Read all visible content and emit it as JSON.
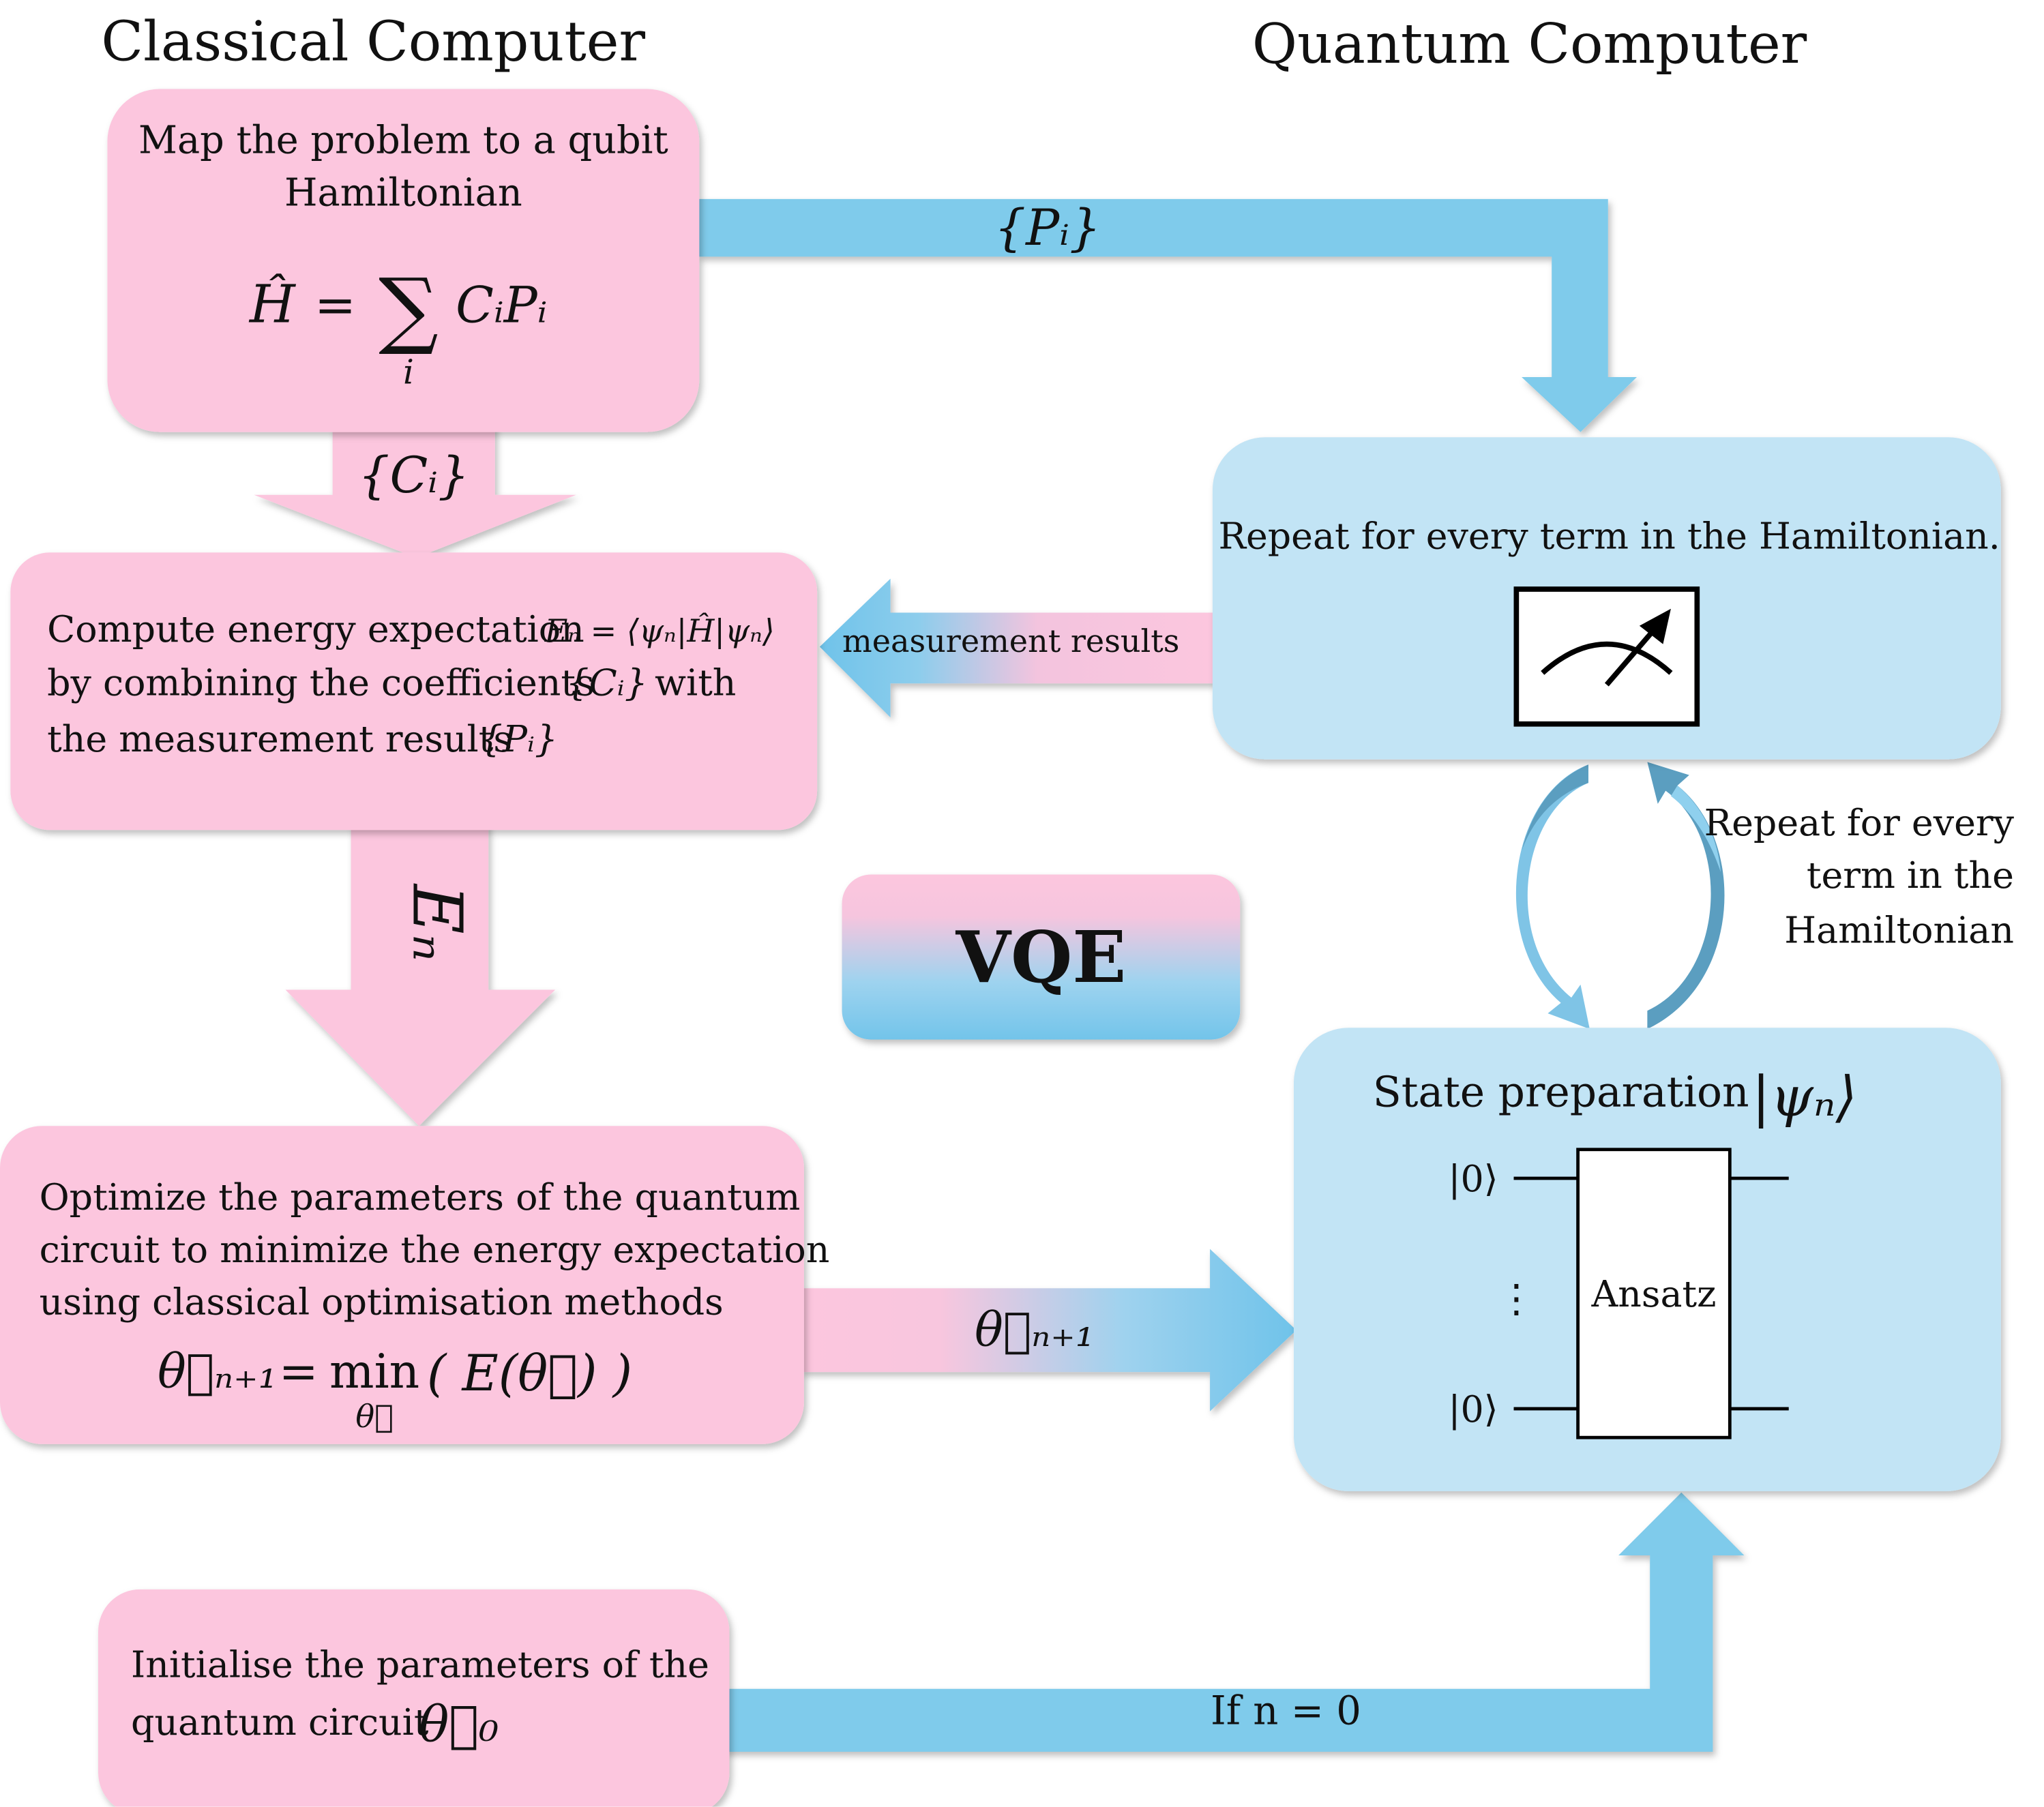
{
  "headings": {
    "classical": "Classical Computer",
    "quantum": "Quantum Computer"
  },
  "center_badge": "VQE",
  "boxes": {
    "map_problem": {
      "line1": "Map the problem to a qubit",
      "line2": "Hamiltonian",
      "formula_lhs": "Ĥ",
      "formula_eq": "=",
      "formula_sum": "∑",
      "formula_sub": "i",
      "formula_term": "CᵢPᵢ"
    },
    "compute_energy": {
      "line1": "Compute energy expectation",
      "line1_math": "Eₙ = ⟨ψₙ|Ĥ|ψₙ⟩",
      "line2": "by combining the coefficients",
      "line2_math": "{Cᵢ}",
      "line2_tail": "with",
      "line3": "the measurement results",
      "line3_math": "{Pᵢ}"
    },
    "optimize": {
      "line1": "Optimize the parameters of the quantum",
      "line2": "circuit to minimize the energy expectation",
      "line3": "using classical optimisation methods",
      "formula_lhs": "θ⃗ₙ₊₁",
      "formula_eq": "=",
      "formula_min": "min",
      "formula_min_sub": "θ⃗",
      "formula_rhs": "( E(θ⃗) )"
    },
    "initialise": {
      "line1": "Initialise the parameters of the",
      "line2": "quantum circuit",
      "line2_math": "θ⃗₀"
    },
    "measure": {
      "line1": "Repeat for every term in the Hamiltonian."
    },
    "state_prep": {
      "title": "State preparation",
      "title_math": "|ψₙ⟩",
      "qubit_top": "|0⟩",
      "qubit_dots": "⋮",
      "qubit_bottom": "|0⟩",
      "gate_label": "Ansatz"
    }
  },
  "arrow_labels": {
    "pauli_strings": "{Pᵢ}",
    "coefficients": "{Cᵢ}",
    "measurement_results": "measurement results",
    "energy": "Eₙ",
    "theta_next": "θ⃗ₙ₊₁",
    "if_n_zero": "If n = 0"
  },
  "loop_label": {
    "line1": "Repeat for every",
    "line2": "term in the",
    "line3": "Hamiltonian"
  },
  "colors": {
    "pink": "#fcc6de",
    "light_blue": "#c2e4f5",
    "arrow_blue": "#7fcbeb",
    "dark_blue": "#5b9ec0"
  }
}
